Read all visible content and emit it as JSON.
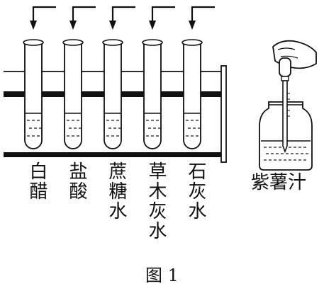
{
  "tubes": [
    {
      "label": "白醋"
    },
    {
      "label": "盐酸"
    },
    {
      "label": "蔗糖水"
    },
    {
      "label": "草木灰水"
    },
    {
      "label": "石灰水"
    }
  ],
  "dropper_bottle": {
    "label": "紫薯汁"
  },
  "caption": "图 1"
}
